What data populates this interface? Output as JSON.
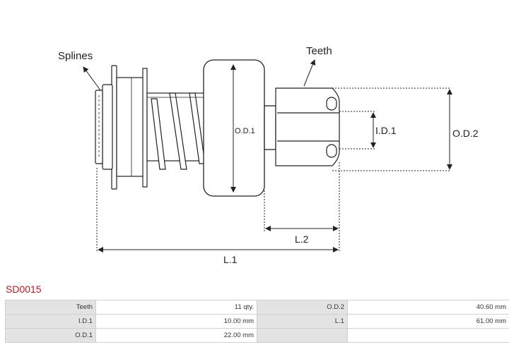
{
  "diagram": {
    "labels": {
      "splines": "Splines",
      "teeth": "Teeth",
      "od1": "O.D.1",
      "id1": "I.D.1",
      "od2": "O.D.2",
      "l1": "L.1",
      "l2": "L.2"
    }
  },
  "part_code": "SD0015",
  "specs": {
    "rows": [
      {
        "label_a": "Teeth",
        "value_a": "11 qty.",
        "label_b": "O.D.2",
        "value_b": "40.60 mm"
      },
      {
        "label_a": "I.D.1",
        "value_a": "10.00 mm",
        "label_b": "L.1",
        "value_b": "61.00 mm"
      },
      {
        "label_a": "O.D.1",
        "value_a": "22.00 mm",
        "label_b": "",
        "value_b": ""
      }
    ]
  },
  "colors": {
    "part_code": "#c0161f",
    "label_cell": "#e3e3e3",
    "line": "#222222"
  }
}
